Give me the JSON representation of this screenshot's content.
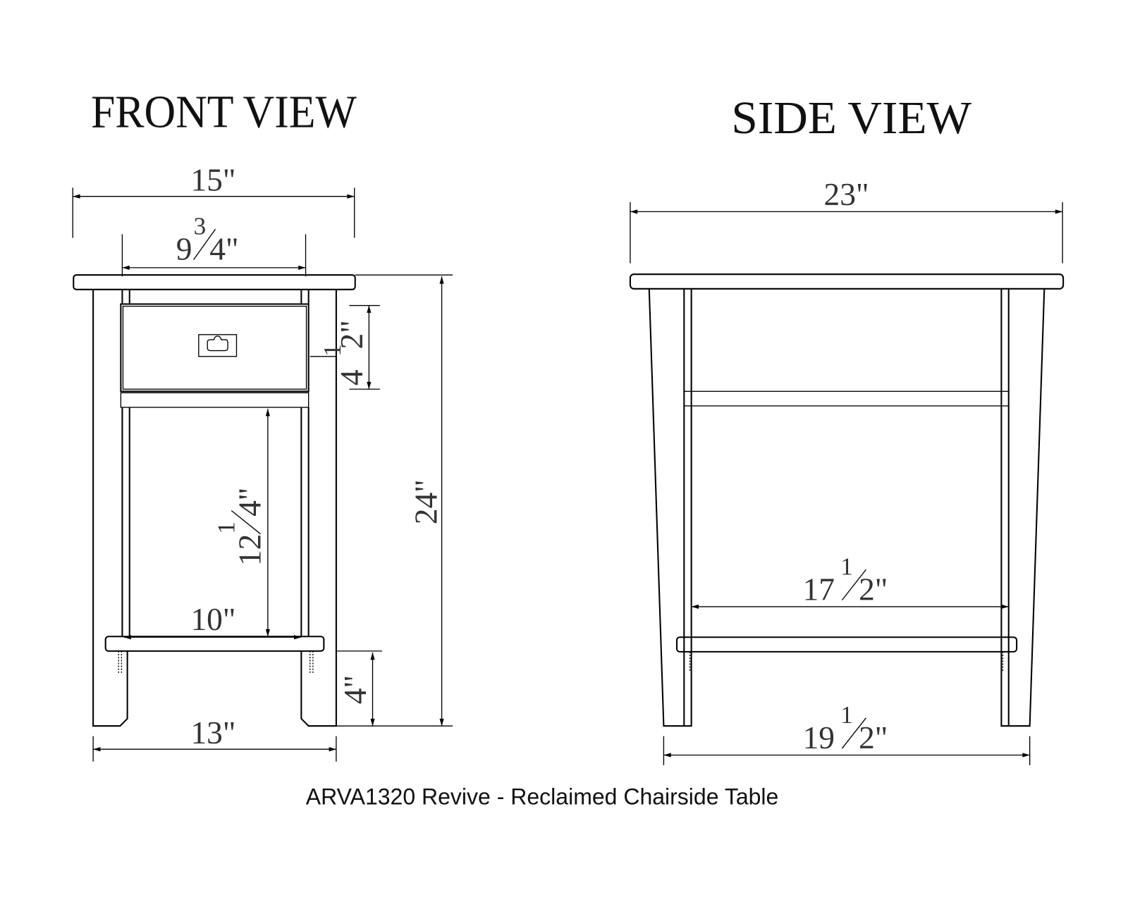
{
  "front_view": {
    "title": "FRONT VIEW",
    "dims": {
      "overall_width": "15\"",
      "drawer_width": {
        "whole": "9",
        "num": "3",
        "den": "4\""
      },
      "drawer_height": {
        "whole": "4",
        "num": "1",
        "den": "2\""
      },
      "overall_height": "24\"",
      "opening_height": {
        "whole": "12",
        "num": "1",
        "den": "4\""
      },
      "shelf_width": "10\"",
      "shelf_clearance": "4\"",
      "base_width": "13\""
    }
  },
  "side_view": {
    "title": "SIDE VIEW",
    "dims": {
      "overall_depth": "23\"",
      "shelf_depth": {
        "whole": "17",
        "num": "1",
        "den": "2\""
      },
      "base_depth": {
        "whole": "19",
        "num": "1",
        "den": "2\""
      }
    }
  },
  "caption": "ARVA1320 Revive - Reclaimed Chairside Table"
}
